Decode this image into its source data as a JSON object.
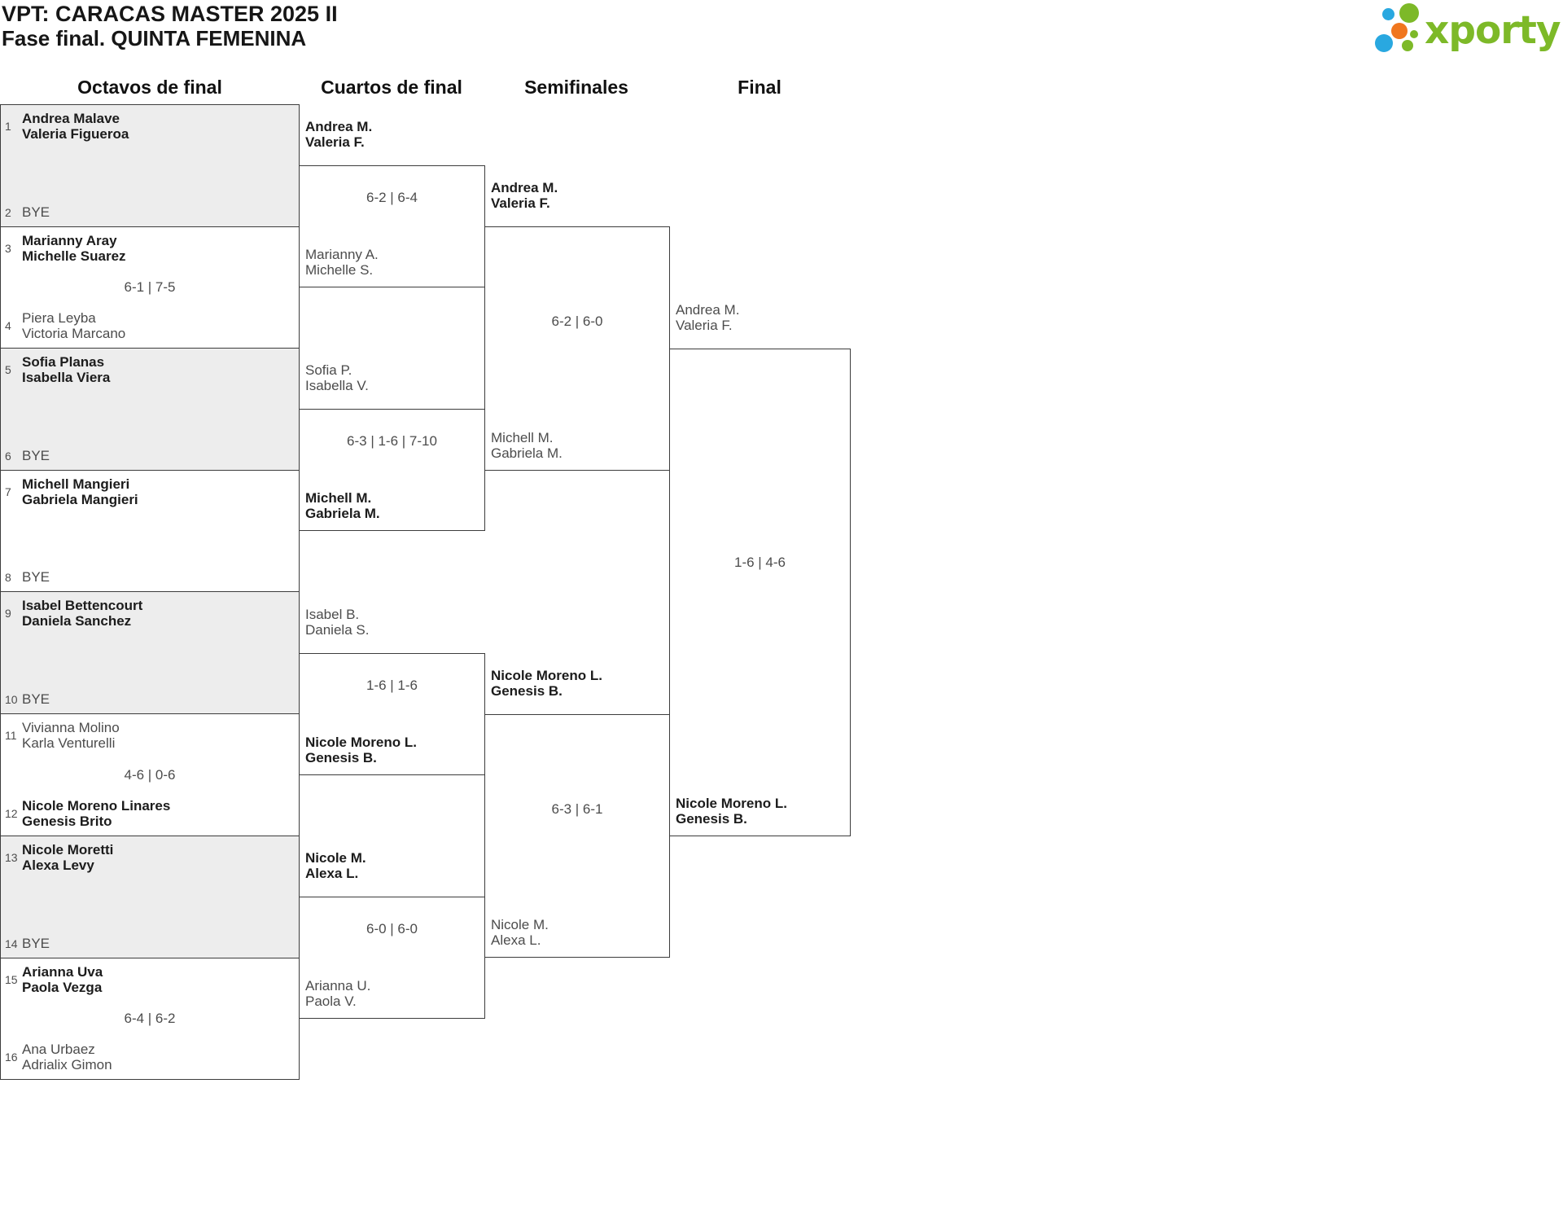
{
  "page": {
    "title_line1": "VPT: CARACAS MASTER 2025 II",
    "title_line2": "Fase final. QUINTA FEMENINA"
  },
  "logo": {
    "brand": "xporty",
    "colors": {
      "green": "#7db928",
      "blue": "#29a8e0",
      "orange": "#f0761e"
    }
  },
  "round_headers": [
    {
      "label": "Octavos de final"
    },
    {
      "label": "Cuartos de final"
    },
    {
      "label": "Semifinales"
    },
    {
      "label": "Final"
    }
  ],
  "octavos": {
    "matches": [
      {
        "seed_top": "1",
        "team_top": [
          "Andrea Malave",
          "Valeria Figueroa"
        ],
        "score": "",
        "seed_bottom": "2",
        "team_bottom": [
          "BYE"
        ]
      },
      {
        "seed_top": "3",
        "team_top": [
          "Marianny Aray",
          "Michelle Suarez"
        ],
        "score": "6-1 | 7-5",
        "seed_bottom": "4",
        "team_bottom": [
          "Piera Leyba",
          "Victoria Marcano"
        ]
      },
      {
        "seed_top": "5",
        "team_top": [
          "Sofia Planas",
          "Isabella Viera"
        ],
        "score": "",
        "seed_bottom": "6",
        "team_bottom": [
          "BYE"
        ]
      },
      {
        "seed_top": "7",
        "team_top": [
          "Michell Mangieri",
          "Gabriela Mangieri"
        ],
        "score": "",
        "seed_bottom": "8",
        "team_bottom": [
          "BYE"
        ]
      },
      {
        "seed_top": "9",
        "team_top": [
          "Isabel Bettencourt",
          "Daniela Sanchez"
        ],
        "score": "",
        "seed_bottom": "10",
        "team_bottom": [
          "BYE"
        ]
      },
      {
        "seed_top": "11",
        "team_top": [
          "Vivianna Molino",
          "Karla Venturelli"
        ],
        "score": "4-6 | 0-6",
        "seed_bottom": "12",
        "team_bottom": [
          "Nicole Moreno Linares",
          "Genesis Brito"
        ]
      },
      {
        "seed_top": "13",
        "team_top": [
          "Nicole Moretti",
          "Alexa Levy"
        ],
        "score": "",
        "seed_bottom": "14",
        "team_bottom": [
          "BYE"
        ]
      },
      {
        "seed_top": "15",
        "team_top": [
          "Arianna Uva",
          "Paola Vezga"
        ],
        "score": "6-4 | 6-2",
        "seed_bottom": "16",
        "team_bottom": [
          "Ana Urbaez",
          "Adrialix Gimon"
        ]
      }
    ]
  },
  "cuartos": {
    "matches": [
      {
        "team_top": [
          "Andrea M.",
          "Valeria F."
        ],
        "score": "6-2 | 6-4",
        "team_bottom": [
          "Marianny A.",
          "Michelle S."
        ]
      },
      {
        "team_top": [
          "Sofia P.",
          "Isabella V."
        ],
        "score": "6-3 | 1-6 | 7-10",
        "team_bottom": [
          "Michell M.",
          "Gabriela M."
        ]
      },
      {
        "team_top": [
          "Isabel B.",
          "Daniela S."
        ],
        "score": "1-6 | 1-6",
        "team_bottom": [
          "Nicole Moreno L.",
          "Genesis B."
        ]
      },
      {
        "team_top": [
          "Nicole M.",
          "Alexa L."
        ],
        "score": "6-0 | 6-0",
        "team_bottom": [
          "Arianna U.",
          "Paola V."
        ]
      }
    ]
  },
  "semifinales": {
    "matches": [
      {
        "team_top": [
          "Andrea M.",
          "Valeria F."
        ],
        "score": "6-2 | 6-0",
        "team_bottom": [
          "Michell M.",
          "Gabriela M."
        ]
      },
      {
        "team_top": [
          "Nicole Moreno L.",
          "Genesis B."
        ],
        "score": "6-3 | 6-1",
        "team_bottom": [
          "Nicole M.",
          "Alexa L."
        ]
      }
    ]
  },
  "final": {
    "match": {
      "team_top": [
        "Andrea M.",
        "Valeria F."
      ],
      "score": "1-6 | 4-6",
      "team_bottom": [
        "Nicole Moreno L.",
        "Genesis B."
      ]
    }
  }
}
